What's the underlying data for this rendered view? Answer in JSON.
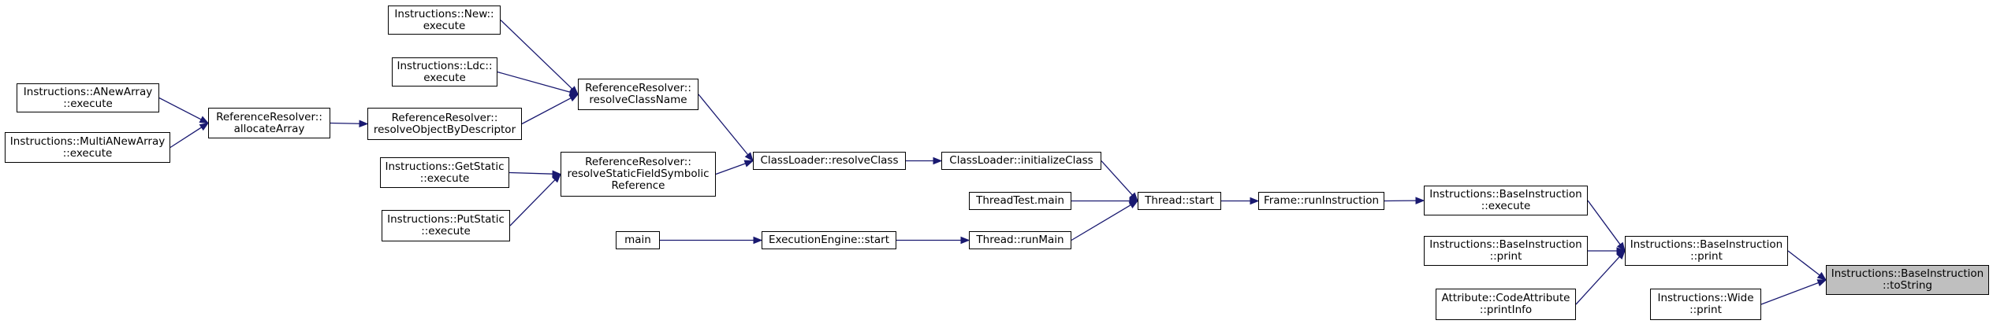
{
  "graph": {
    "edge_color": "#191970",
    "focus_fill": "#bfbfbf",
    "nodes": {
      "n_new": {
        "lines": [
          "Instructions::New::",
          "execute"
        ]
      },
      "n_ldc": {
        "lines": [
          "Instructions::Ldc::",
          "execute"
        ]
      },
      "n_rcn": {
        "lines": [
          "ReferenceResolver::",
          "resolveClassName"
        ]
      },
      "n_anew": {
        "lines": [
          "Instructions::ANewArray",
          "::execute"
        ]
      },
      "n_multi": {
        "lines": [
          "Instructions::MultiANewArray",
          "::execute"
        ]
      },
      "n_alloc": {
        "lines": [
          "ReferenceResolver::",
          "allocateArray"
        ]
      },
      "n_robd": {
        "lines": [
          "ReferenceResolver::",
          "resolveObjectByDescriptor"
        ]
      },
      "n_getstatic": {
        "lines": [
          "Instructions::GetStatic",
          "::execute"
        ]
      },
      "n_putstatic": {
        "lines": [
          "Instructions::PutStatic",
          "::execute"
        ]
      },
      "n_rsfsr": {
        "lines": [
          "ReferenceResolver::",
          "resolveStaticFieldSymbolic",
          "Reference"
        ]
      },
      "n_rc": {
        "lines": [
          "ClassLoader::resolveClass"
        ]
      },
      "n_ic": {
        "lines": [
          "ClassLoader::initializeClass"
        ]
      },
      "n_ttmain": {
        "lines": [
          "ThreadTest.main"
        ]
      },
      "n_main": {
        "lines": [
          "main"
        ]
      },
      "n_ees": {
        "lines": [
          "ExecutionEngine::start"
        ]
      },
      "n_runmain": {
        "lines": [
          "Thread::runMain"
        ]
      },
      "n_tstart": {
        "lines": [
          "Thread::start"
        ]
      },
      "n_frame": {
        "lines": [
          "Frame::runInstruction"
        ]
      },
      "n_biexec": {
        "lines": [
          "Instructions::BaseInstruction",
          "::execute"
        ]
      },
      "n_biprint1": {
        "lines": [
          "Instructions::BaseInstruction",
          "::print"
        ]
      },
      "n_biprint2": {
        "lines": [
          "Instructions::BaseInstruction",
          "::print"
        ]
      },
      "n_cattr": {
        "lines": [
          "Attribute::CodeAttribute",
          "::printInfo"
        ]
      },
      "n_wide": {
        "lines": [
          "Instructions::Wide",
          "::print"
        ]
      },
      "n_tostring": {
        "lines": [
          "Instructions::BaseInstruction",
          "::toString"
        ],
        "focus": true
      }
    },
    "edges": [
      [
        "n_new",
        "n_rcn"
      ],
      [
        "n_ldc",
        "n_rcn"
      ],
      [
        "n_robd",
        "n_rcn"
      ],
      [
        "n_anew",
        "n_alloc"
      ],
      [
        "n_multi",
        "n_alloc"
      ],
      [
        "n_alloc",
        "n_robd"
      ],
      [
        "n_rcn",
        "n_rc"
      ],
      [
        "n_rsfsr",
        "n_rc"
      ],
      [
        "n_getstatic",
        "n_rsfsr"
      ],
      [
        "n_putstatic",
        "n_rsfsr"
      ],
      [
        "n_rc",
        "n_ic"
      ],
      [
        "n_ic",
        "n_tstart"
      ],
      [
        "n_ttmain",
        "n_tstart"
      ],
      [
        "n_runmain",
        "n_tstart"
      ],
      [
        "n_main",
        "n_ees"
      ],
      [
        "n_ees",
        "n_runmain"
      ],
      [
        "n_tstart",
        "n_frame"
      ],
      [
        "n_frame",
        "n_biexec"
      ],
      [
        "n_biexec",
        "n_biprint2"
      ],
      [
        "n_biprint1",
        "n_biprint2"
      ],
      [
        "n_cattr",
        "n_biprint2"
      ],
      [
        "n_biprint2",
        "n_tostring"
      ],
      [
        "n_wide",
        "n_tostring"
      ]
    ]
  }
}
